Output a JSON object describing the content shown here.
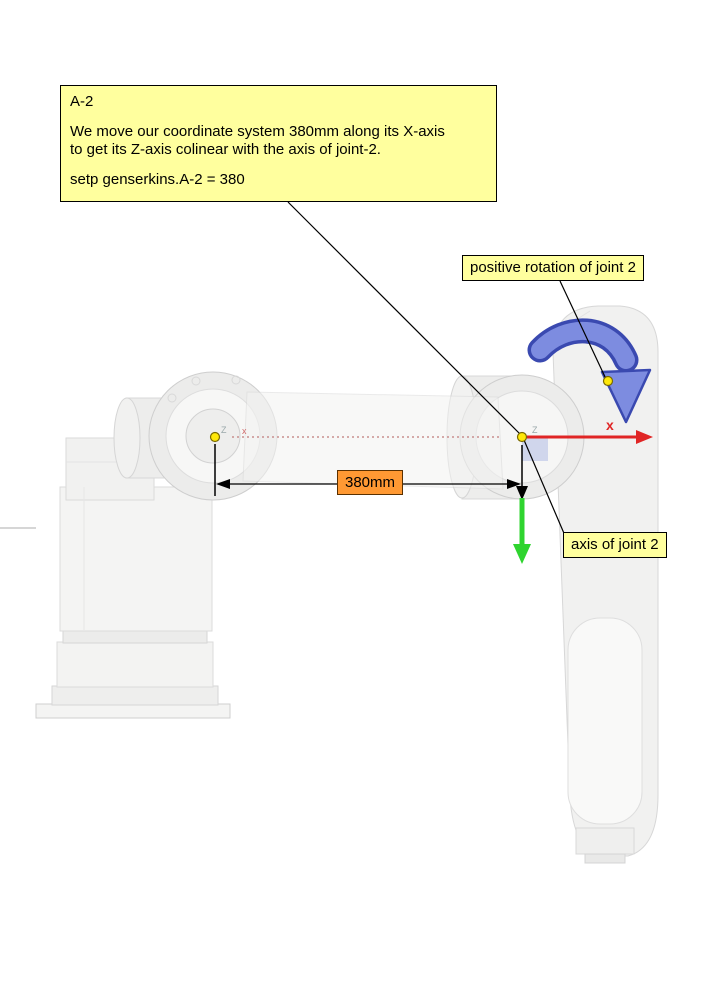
{
  "callout_a2": {
    "title": "A-2",
    "body_line1": "We move our coordinate system 380mm along its X-axis",
    "body_line2": "to get its Z-axis colinear with the axis of joint-2.",
    "command": "setp genserkins.A-2 = 380"
  },
  "labels": {
    "positive_rotation": "positive rotation of joint 2",
    "axis_of_joint2": "axis of joint 2",
    "dimension_380": "380mm"
  },
  "axis_gizmo": {
    "x_axis_label": "x",
    "left_origin_z": "Z",
    "left_origin_x": "x",
    "right_origin_z": "Z"
  },
  "colors": {
    "callout_bg": "#ffff9e",
    "dimension_bg": "#ff9933",
    "x_axis_red": "#e02525",
    "y_axis_green": "#2fd42f",
    "rotation_arrow_fill": "#7d8ce0",
    "rotation_arrow_outline": "#3a49b0",
    "origin_dot_yellow": "#ffe80a",
    "robot_body_gray": "#f2f2f1"
  }
}
